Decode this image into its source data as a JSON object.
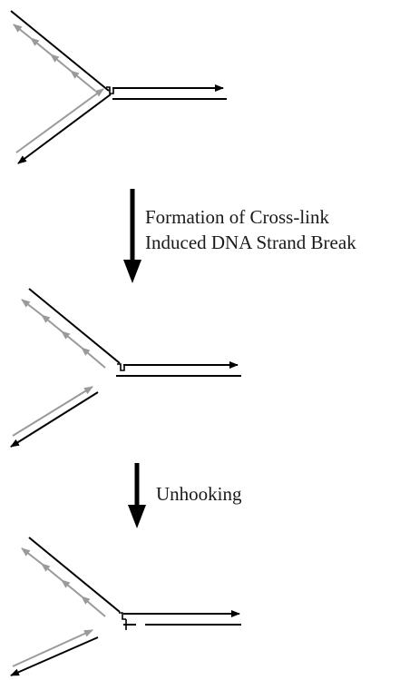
{
  "steps": [
    {
      "label_lines": [
        "Formation of Cross-link",
        "Induced DNA Strand Break"
      ]
    },
    {
      "label_lines": [
        "Unhooking"
      ]
    }
  ],
  "colors": {
    "parental_strand": "#000000",
    "nascent_strand": "#9a9a9a",
    "process_arrow": "#000000",
    "text": "#1a1a1a"
  },
  "stages": [
    "stalled-fork",
    "broken-fork",
    "unhooked-fork"
  ]
}
